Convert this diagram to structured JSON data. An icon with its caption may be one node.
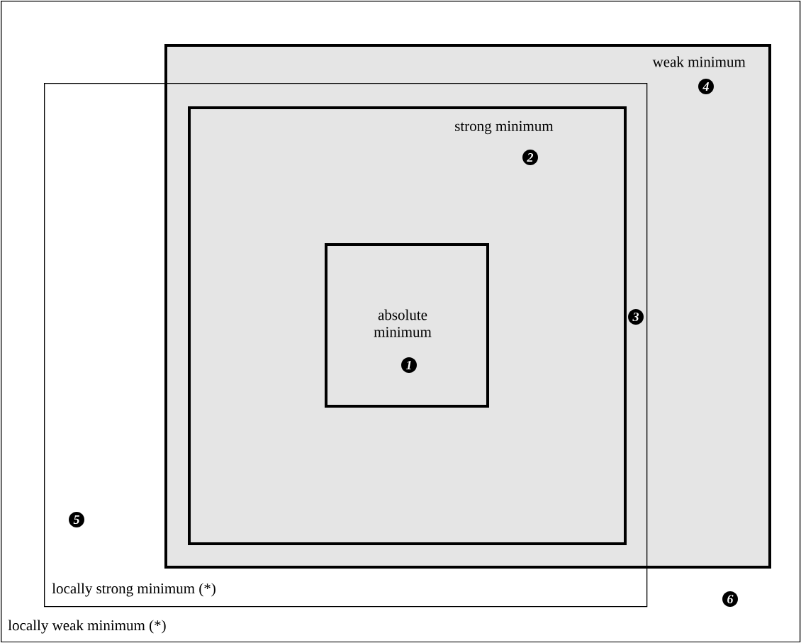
{
  "diagram": {
    "nodes": [
      {
        "text": [
          "locally weak minimum (*)"
        ]
      },
      {
        "text": [
          "weak minimum"
        ],
        "in": 0
      },
      {
        "text": [
          "locally strong minimum (*)"
        ],
        "in": 0
      },
      {
        "text": [
          "strong minimum"
        ]
      },
      {
        "text": [
          "absolute minimum"
        ],
        "in": 3
      },
      {
        "text": [
          "1"
        ],
        "in": 4
      },
      {
        "text": [
          "2"
        ],
        "in": 3
      },
      {
        "text": [
          "3"
        ]
      },
      {
        "text": [
          "4"
        ],
        "in": 1
      },
      {
        "text": [
          "5"
        ],
        "in": 2
      },
      {
        "text": [
          "6"
        ],
        "in": 0
      }
    ]
  }
}
